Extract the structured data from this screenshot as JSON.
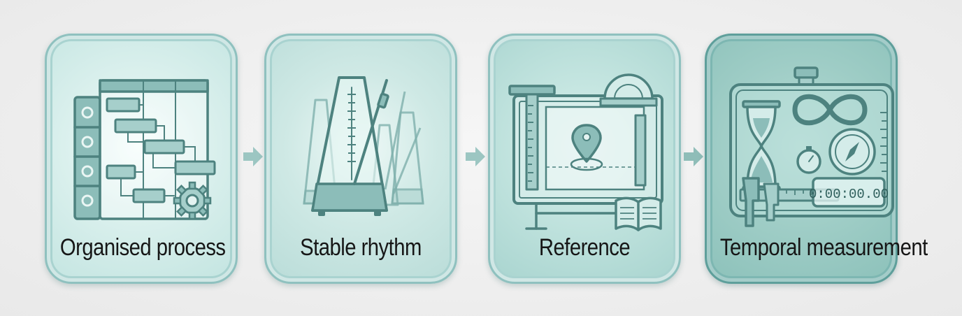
{
  "steps": [
    {
      "label": "Organised process",
      "icon": "workflow-icon"
    },
    {
      "label": "Stable rhythm",
      "icon": "metronome-icon"
    },
    {
      "label": "Reference",
      "icon": "drafting-table-icon"
    },
    {
      "label": "Temporal measurement",
      "icon": "timing-instruments-icon"
    }
  ],
  "stopwatch_display": "0:00:00.00",
  "colors": {
    "accent": "#4d827f",
    "card_border": "#8fc1bf",
    "arrow": "#9cc6c2",
    "background": "#efefef"
  }
}
